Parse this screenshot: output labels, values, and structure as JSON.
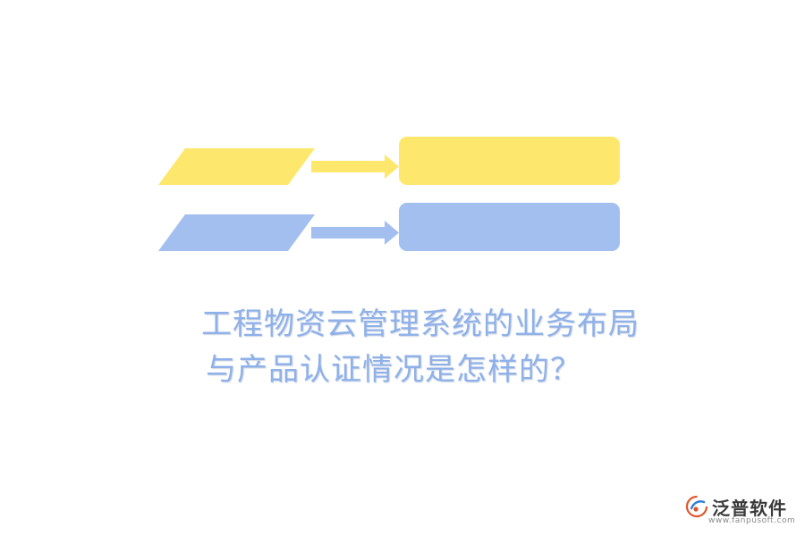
{
  "diagram": {
    "colors": {
      "yellow": "#fde86d",
      "blue": "#a2bfef"
    }
  },
  "headline": {
    "line1": "工程物资云管理系统的业务布局",
    "line2": "与产品认证情况是怎样的？",
    "color": "#8fb1ea"
  },
  "logo": {
    "name": "泛普软件",
    "url": "www.fanpusoft.com",
    "icon": "fanpu-logo-icon"
  }
}
